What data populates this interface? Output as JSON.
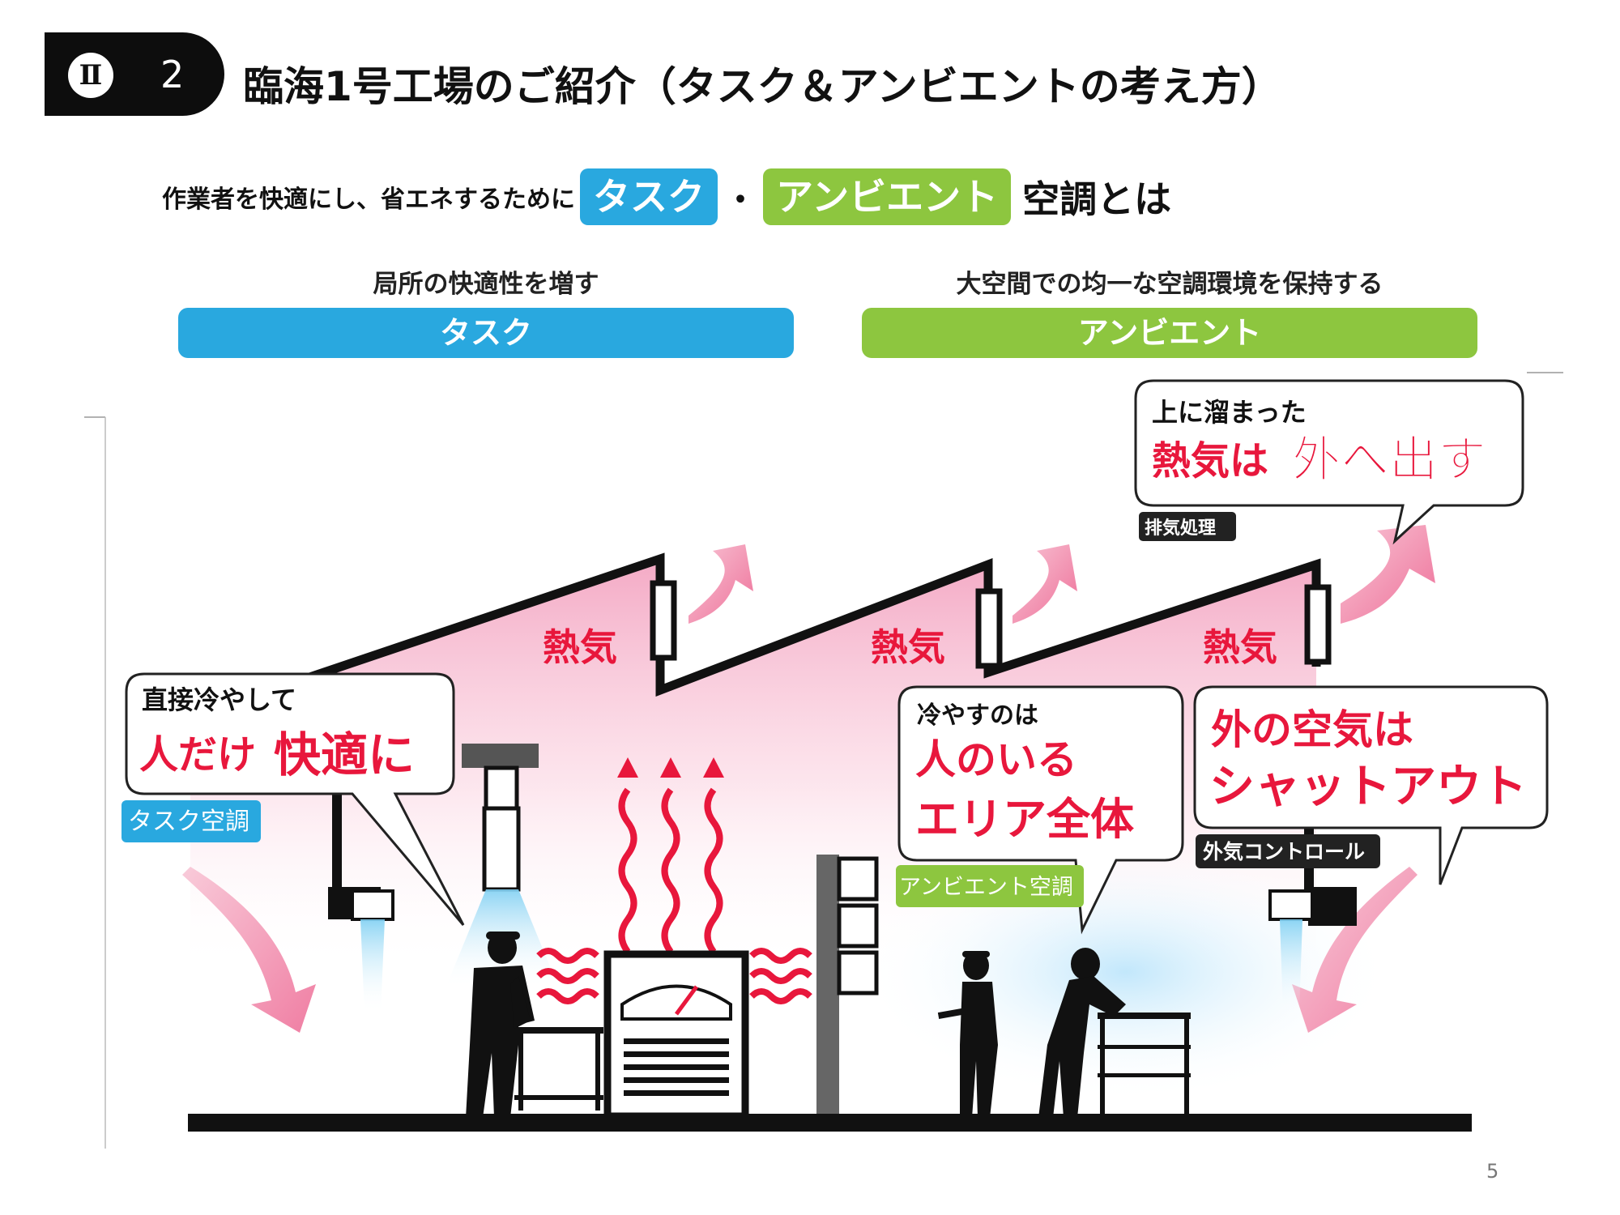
{
  "header": {
    "section_roman": "Ⅱ",
    "section_number": "2",
    "title": "臨海1号工場のご紹介（タスク＆アンビエントの考え方）"
  },
  "subtitle": {
    "lead": "作業者を快適にし、省エネするために",
    "task_pill": "タスク",
    "separator": "・",
    "ambient_pill": "アンビエント",
    "tail": "空調とは"
  },
  "columns": {
    "task": {
      "caption": "局所の快適性を増す",
      "bar_label": "タスク"
    },
    "ambient": {
      "caption": "大空間での均一な空調環境を保持する",
      "bar_label": "アンビエント"
    }
  },
  "illustration": {
    "heat_label": "熱気",
    "bubble_exhaust": {
      "line1": "上に溜まった",
      "line2a": "熱気は",
      "line2b": "外へ出す",
      "tag": "排気処理"
    },
    "bubble_task": {
      "line1": "直接冷やして",
      "line2a": "人だけ",
      "line2b": "快適に",
      "tag": "タスク空調"
    },
    "bubble_ambient": {
      "line1": "冷やすのは",
      "line2": "人のいる",
      "line3": "エリア全体",
      "tag": "アンビエント空調"
    },
    "bubble_outside": {
      "line1": "外の空気は",
      "line2": "シャットアウト",
      "tag": "外気コントロール"
    }
  },
  "colors": {
    "task_blue": "#29a8df",
    "ambient_green": "#8dc63f",
    "heat_red": "#e8173c",
    "heat_pink": "#f7b7cc"
  },
  "page_number": "5"
}
